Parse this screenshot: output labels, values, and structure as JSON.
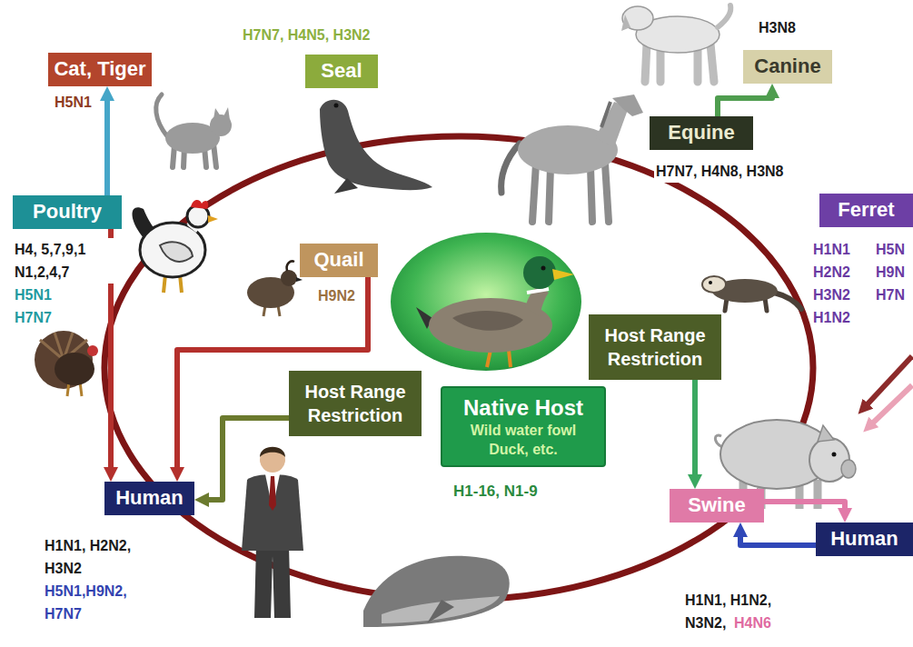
{
  "diagram": {
    "nodes": [
      {
        "text": [
          "Cat, Tiger"
        ]
      },
      {
        "text": [
          "Seal"
        ]
      },
      {
        "text": [
          "Canine"
        ]
      },
      {
        "text": [
          "Equine"
        ]
      },
      {
        "text": [
          "Poultry"
        ]
      },
      {
        "text": [
          "Ferret"
        ]
      },
      {
        "text": [
          "Quail"
        ]
      },
      {
        "text": [
          "Host Range Restriction"
        ]
      },
      {
        "text": [
          "Host Range Restriction"
        ]
      },
      {
        "text": [
          "Native Host",
          "Wild water fowl Duck, etc."
        ]
      },
      {
        "text": [
          "Human"
        ]
      },
      {
        "text": [
          "Swine"
        ]
      },
      {
        "text": [
          "Human"
        ]
      }
    ],
    "edges": [
      {
        "from": 4,
        "to": 0,
        "arrow": "to"
      },
      {
        "from": 3,
        "to": 2,
        "arrow": "to"
      },
      {
        "from": 4,
        "to": 10,
        "arrow": "to"
      },
      {
        "from": 6,
        "to": 10,
        "arrow": "to"
      },
      {
        "from": 7,
        "to": 10,
        "arrow": "to"
      },
      {
        "from": 8,
        "to": 11,
        "arrow": "to"
      },
      {
        "from": 11,
        "to": 12,
        "arrow": "to"
      },
      {
        "from": 12,
        "to": 11,
        "arrow": "to"
      }
    ],
    "labels": [
      "H7N7, H4N5, H3N2",
      "H3N8",
      "H5N1",
      "H7N7, H4N8, H3N8",
      "H4, 5,7,9,1 N1,2,4,7",
      "H5N1 H7N7",
      "H9N2",
      "H1N1 H2N2 H3N2 H1N2",
      "H5N H9N H7N",
      "H1-16, N1-9",
      "H1N1, H2N2, H3N2",
      "H5N1,H9N2, H7N7",
      "H1N1, H1N2, N3N2,",
      "H4N6"
    ]
  }
}
